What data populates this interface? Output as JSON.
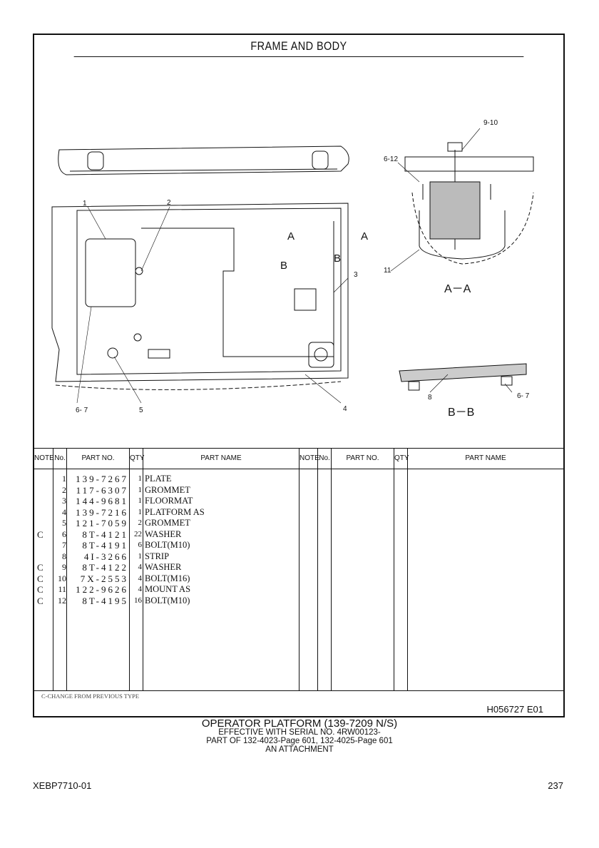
{
  "header": {
    "title": "FRAME AND BODY"
  },
  "drawing": {
    "callouts": {
      "c1": "1",
      "c2": "2",
      "c3": "3",
      "c4": "4",
      "c5": "5",
      "c67a": "6- 7",
      "c67b": "6- 7",
      "c910": "9-10",
      "c612": "6-12",
      "c11": "11",
      "c8": "8",
      "sa1": "A",
      "sa2": "A",
      "sb1": "B",
      "sb2": "B",
      "secA": "A－A",
      "secB": "B－B"
    }
  },
  "table": {
    "headers": {
      "note": "NOTE",
      "no": "No.",
      "part_no": "PART NO.",
      "qty": "QTY",
      "part_name": "PART NAME"
    },
    "rows": [
      {
        "note": "",
        "no": "1",
        "part_no": "139-7267",
        "qty": "1",
        "name": "PLATE"
      },
      {
        "note": "",
        "no": "2",
        "part_no": "117-6307",
        "qty": "1",
        "name": "GROMMET"
      },
      {
        "note": "",
        "no": "3",
        "part_no": "144-9681",
        "qty": "1",
        "name": "FLOORMAT"
      },
      {
        "note": "",
        "no": "4",
        "part_no": "139-7216",
        "qty": "1",
        "name": "PLATFORM AS"
      },
      {
        "note": "",
        "no": "5",
        "part_no": "121-7059",
        "qty": "2",
        "name": "GROMMET"
      },
      {
        "note": "C",
        "no": "6",
        "part_no": "8T-4121",
        "qty": "22",
        "name": "WASHER"
      },
      {
        "note": "",
        "no": "7",
        "part_no": "8T-4191",
        "qty": "6",
        "name": "BOLT(M10)"
      },
      {
        "note": "",
        "no": "8",
        "part_no": "4I-3266",
        "qty": "1",
        "name": "STRIP"
      },
      {
        "note": "C",
        "no": "9",
        "part_no": "8T-4122",
        "qty": "4",
        "name": "WASHER"
      },
      {
        "note": "C",
        "no": "10",
        "part_no": "7X-2553",
        "qty": "4",
        "name": "BOLT(M16)"
      },
      {
        "note": "C",
        "no": "11",
        "part_no": "122-9626",
        "qty": "4",
        "name": "MOUNT AS"
      },
      {
        "note": "C",
        "no": "12",
        "part_no": "8T-4195",
        "qty": "16",
        "name": "BOLT(M10)"
      }
    ],
    "change_note": "C-CHANGE FROM PREVIOUS TYPE",
    "doc_id": "H056727  E01"
  },
  "caption": {
    "title": "OPERATOR PLATFORM (139-7209 N/S)",
    "line1": "EFFECTIVE WITH SERIAL NO. 4RW00123-",
    "line2": "PART OF 132-4023-Page 601, 132-4025-Page 601",
    "line3": "AN ATTACHMENT"
  },
  "footer": {
    "doc_number": "XEBP7710-01",
    "page": "237"
  }
}
